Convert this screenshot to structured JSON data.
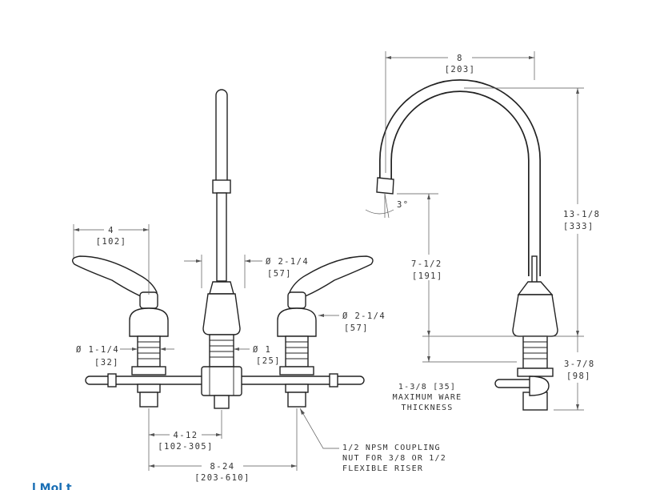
{
  "colors": {
    "line": "#222222",
    "dimension": "#555555",
    "text": "#333333",
    "accent": "#1a6fb5"
  },
  "front_view": {
    "handle_length": {
      "value": "4",
      "metric": "[102]"
    },
    "spout_diameter": {
      "value": "Ø 2-1/4",
      "metric": "[57]"
    },
    "body_diameter": {
      "value": "Ø 2-1/4",
      "metric": "[57]"
    },
    "shank_diameter": {
      "value": "Ø 1-1/4",
      "metric": "[32]"
    },
    "stem_diameter": {
      "value": "Ø 1",
      "metric": "[25]"
    },
    "center_spread_inner": {
      "value": "4-12",
      "metric": "[102-305]"
    },
    "center_spread_outer": {
      "value": "8-24",
      "metric": "[203-610]"
    },
    "coupling_note": [
      "1/2 NPSM COUPLING",
      "NUT FOR 3/8 OR 1/2",
      "FLEXIBLE RISER"
    ]
  },
  "side_view": {
    "spout_reach": {
      "value": "8",
      "metric": "[203]"
    },
    "overall_height": {
      "value": "13-1/8",
      "metric": "[333]"
    },
    "spout_clearance": {
      "value": "7-1/2",
      "metric": "[191]"
    },
    "shank_length": {
      "value": "3-7/8",
      "metric": "[98]"
    },
    "spout_angle": "3°",
    "ware_thickness_note": [
      "1-3/8 [35]",
      "MAXIMUM WARE",
      "THICKNESS"
    ]
  },
  "footer": {
    "label": "l Mol t"
  }
}
